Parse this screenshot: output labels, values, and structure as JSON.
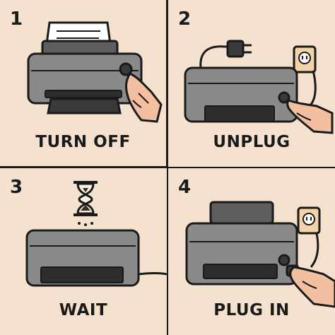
{
  "steps": [
    {
      "number": "1",
      "label": "TURN OFF"
    },
    {
      "number": "2",
      "label": "UNPLUG"
    },
    {
      "number": "3",
      "label": "WAIT"
    },
    {
      "number": "4",
      "label": "PLUG IN"
    }
  ],
  "icons": [
    "printer-icon",
    "hand-icon",
    "power-plug-icon",
    "wall-outlet-icon",
    "hourglass-icon",
    "power-cord-icon"
  ],
  "colors": {
    "panel_bg": "#f4e2cf",
    "printer_gray": "#8a8a8a",
    "printer_dark": "#3a3a3a",
    "outline": "#1a1a1a",
    "skin": "#f2bfa0",
    "outlet_bg": "#f3d3a8",
    "hourglass_sand": "#3a2a1a"
  }
}
